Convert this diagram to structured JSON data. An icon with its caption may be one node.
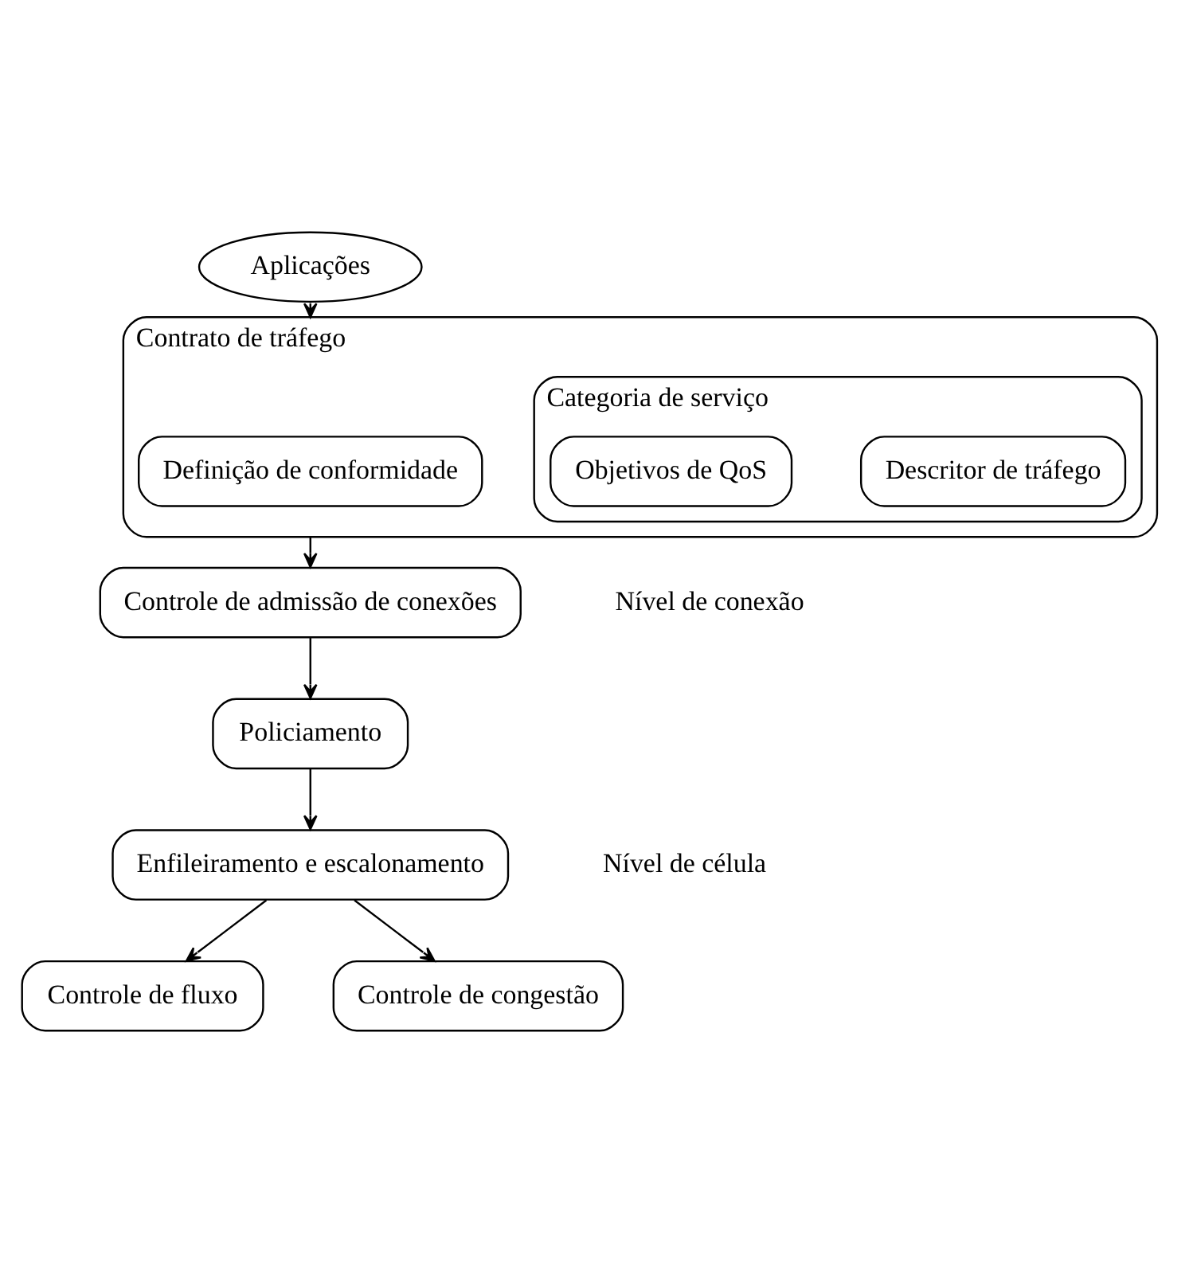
{
  "diagram": {
    "nodes": [
      {
        "text": [
          "Aplicações"
        ]
      },
      {
        "text": [
          "Contrato de tráfego"
        ]
      },
      {
        "text": [
          "Categoria de serviço"
        ],
        "in": 1
      },
      {
        "text": [
          "Descritor de tráfego"
        ],
        "in": 2
      },
      {
        "text": [
          "Objetivos de QoS"
        ],
        "in": 2
      },
      {
        "text": [
          "Definição de conformidade"
        ],
        "in": 1
      },
      {
        "text": [
          "Controle de admissão de conexões"
        ]
      },
      {
        "text": [
          "Policiamento"
        ]
      },
      {
        "text": [
          "Enfileiramento e escalonamento"
        ]
      },
      {
        "text": [
          "Controle de fluxo"
        ]
      },
      {
        "text": [
          "Controle de congestão"
        ]
      }
    ],
    "edges": [
      {
        "from": 0,
        "to": 1,
        "arrow": "to"
      },
      {
        "from": 1,
        "to": 6,
        "arrow": "to"
      },
      {
        "from": 6,
        "to": 7,
        "arrow": "to"
      },
      {
        "from": 7,
        "to": 8,
        "arrow": "to"
      },
      {
        "from": 8,
        "to": 9,
        "arrow": "to"
      },
      {
        "from": 8,
        "to": 10,
        "arrow": "to"
      }
    ],
    "labels": [
      "Nível de conexão",
      "Nível de célula"
    ]
  }
}
